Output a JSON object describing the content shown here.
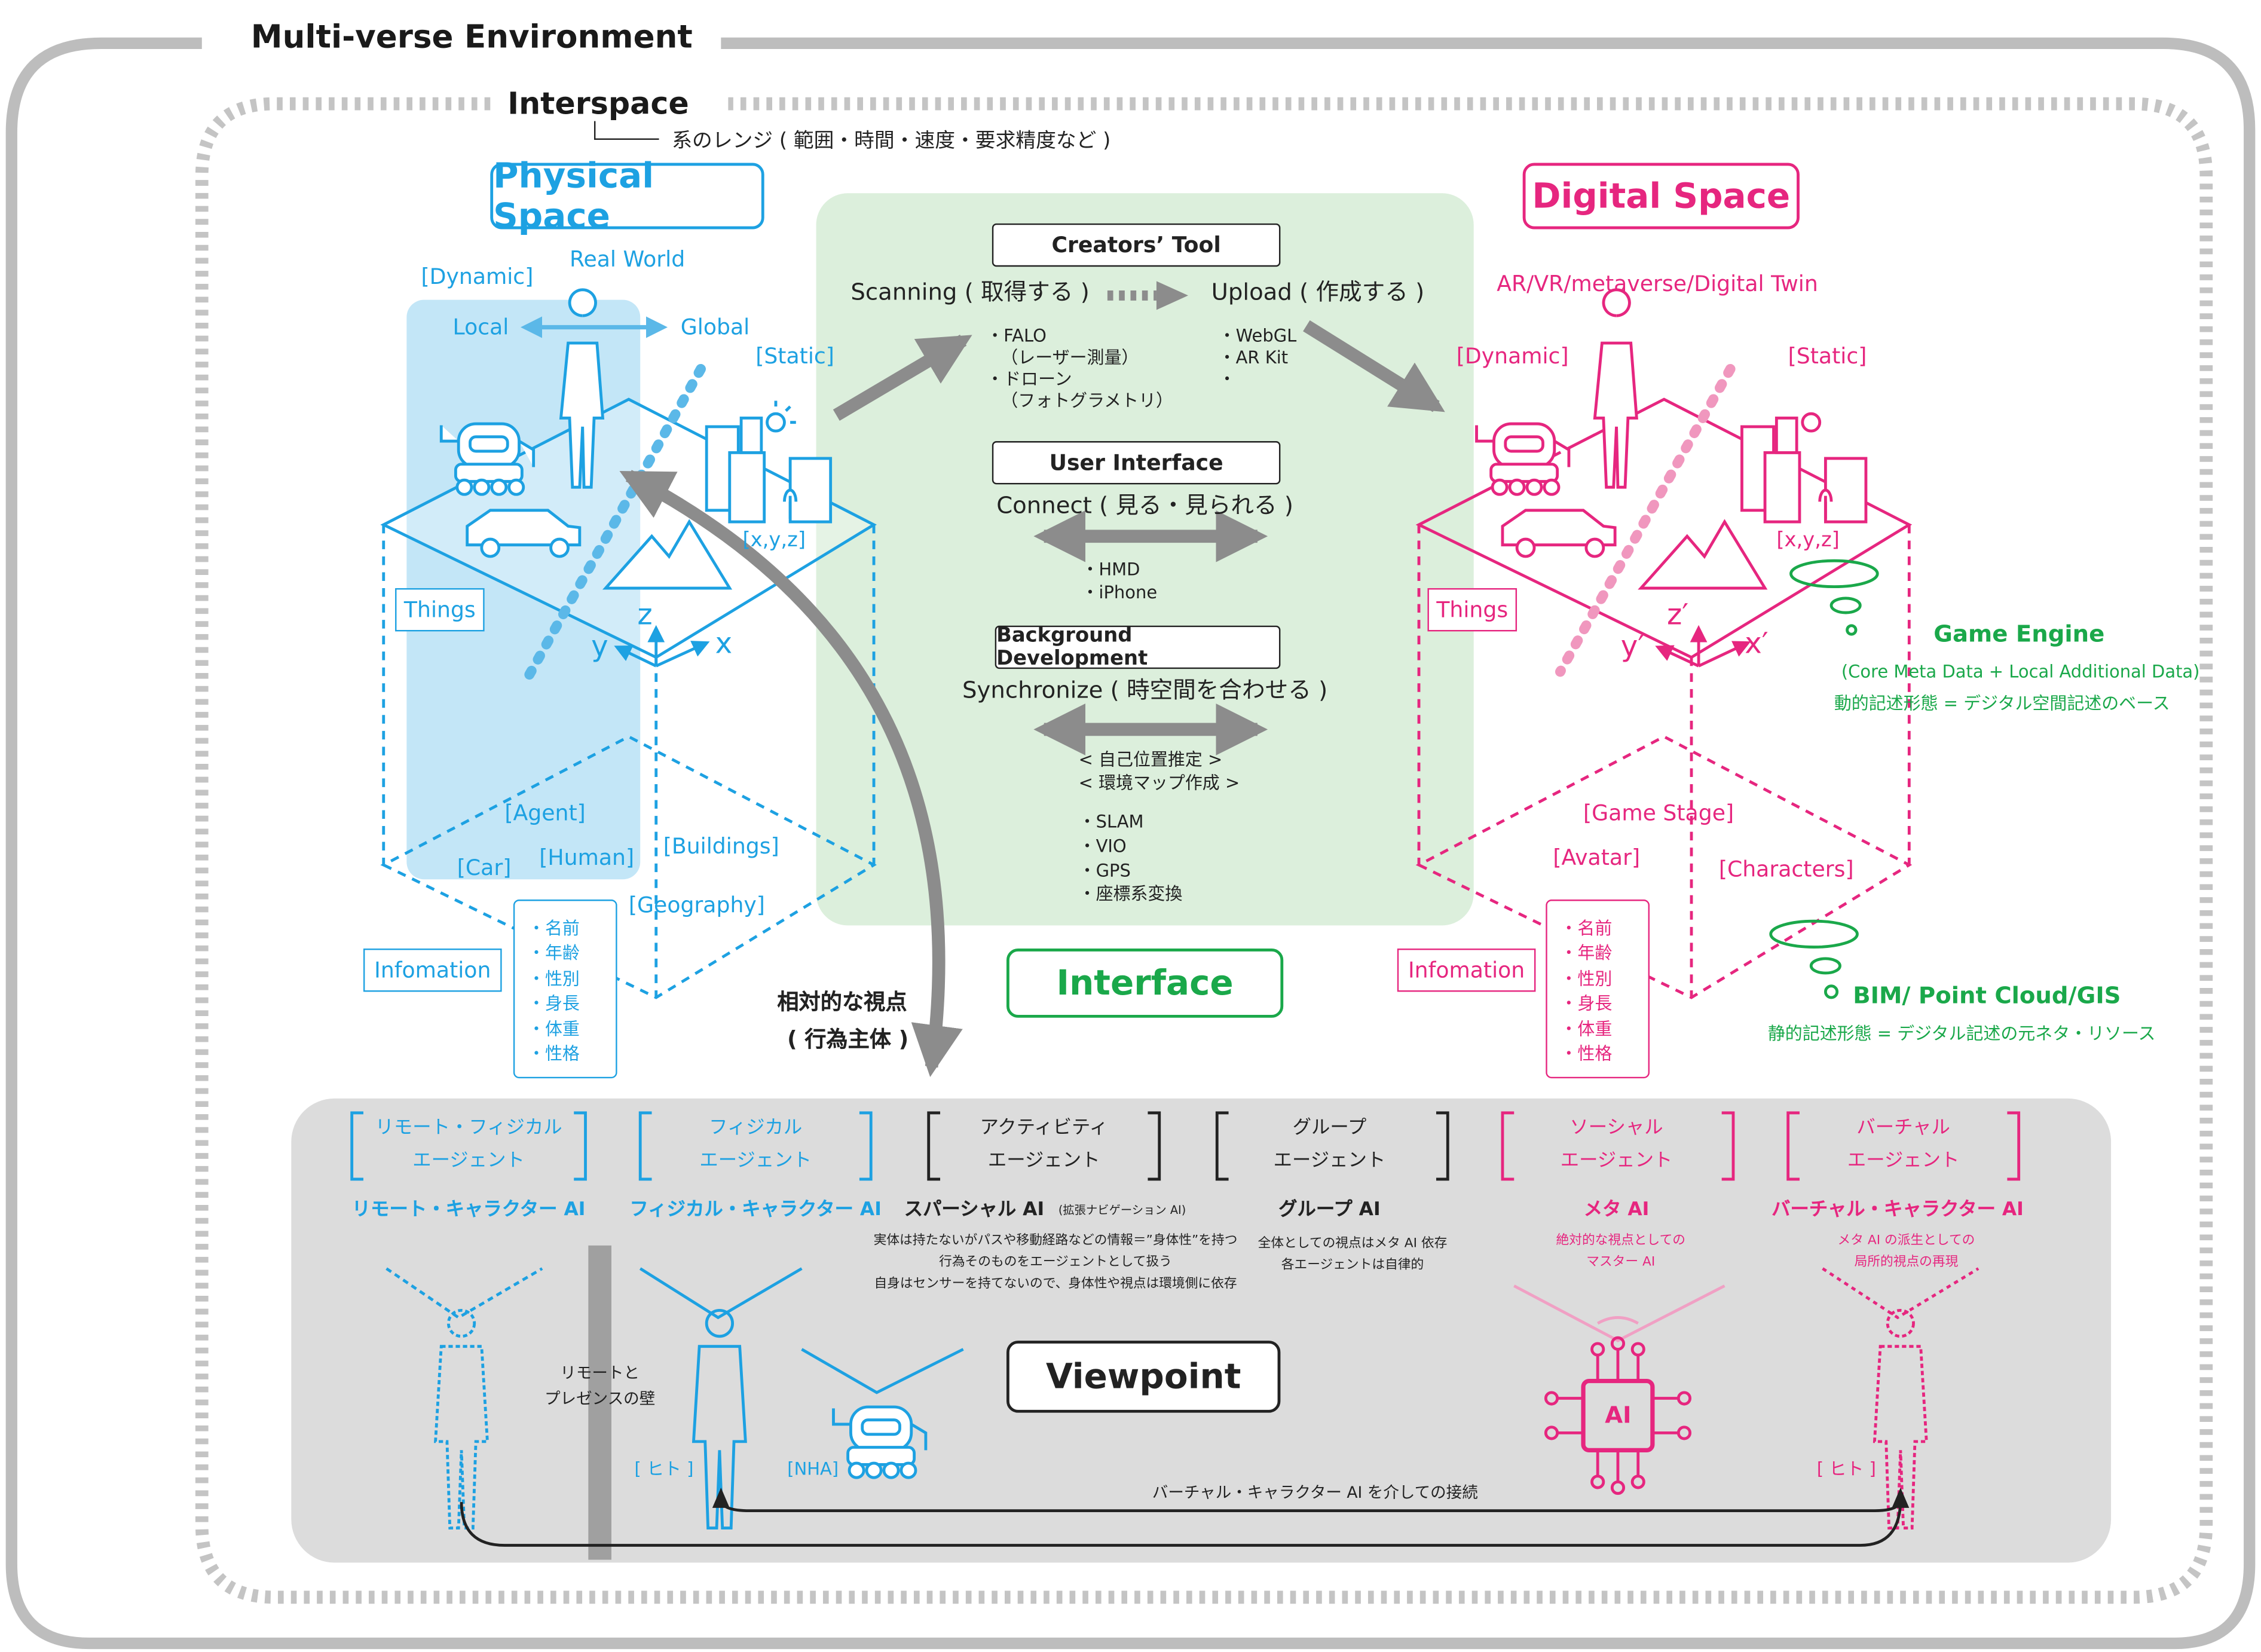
{
  "colors": {
    "physical": "#1da1e2",
    "digital": "#e6267f",
    "interface": "#1aa84a",
    "frame": "#bdbdbd",
    "panel": "#dcdcdc",
    "green_panel": "#dcefdc"
  },
  "title": "Multi-verse Environment",
  "interspace": {
    "label": "Interspace",
    "note": "系のレンジ ( 範囲・時間・速度・要求精度など )"
  },
  "physical": {
    "title": "Physical Space",
    "real_world": "Real World",
    "dynamic": "[Dynamic]",
    "static": "[Static]",
    "local": "Local",
    "global": "Global",
    "xyz": "[x,y,z]",
    "things": "Things",
    "axis_z": "z",
    "axis_y": "y",
    "axis_x": "x",
    "agent": "[Agent]",
    "car": "[Car]",
    "human": "[Human]",
    "buildings": "[Buildings]",
    "geography": "[Geography]",
    "infomation": "Infomation",
    "info_items": [
      "・名前",
      "・年齢",
      "・性別",
      "・身長",
      "・体重",
      "・性格"
    ]
  },
  "digital": {
    "title": "Digital Space",
    "subtitle": "AR/VR/metaverse/Digital Twin",
    "dynamic": "[Dynamic]",
    "static": "[Static]",
    "xyz": "[x,y,z]",
    "things": "Things",
    "axis_z": "z′",
    "axis_y": "y′",
    "axis_x": "x′",
    "game_stage": "[Game Stage]",
    "avatar": "[Avatar]",
    "characters": "[Characters]",
    "infomation": "Infomation",
    "info_items": [
      "・名前",
      "・年齢",
      "・性別",
      "・身長",
      "・体重",
      "・性格"
    ],
    "game_engine": {
      "title": "Game Engine",
      "sub": "(Core Meta Data + Local Additional Data)",
      "desc": "動的記述形態 = デジタル空間記述のベース"
    },
    "bim": {
      "title": "BIM/ Point Cloud/GIS",
      "desc": "静的記述形態 = デジタル記述の元ネタ・リソース"
    }
  },
  "interface": {
    "title": "Interface",
    "creators": {
      "label": "Creators’ Tool",
      "scanning": "Scanning ( 取得する )",
      "upload": "Upload ( 作成する )",
      "scan_items": [
        "・FALO",
        "（レーザー測量）",
        "・ドローン",
        "（フォトグラメトリ）"
      ],
      "upload_items": [
        "・WebGL",
        "・AR Kit",
        "・"
      ]
    },
    "ui": {
      "label": "User Interface",
      "connect": "Connect ( 見る・見られる )",
      "items": [
        "・HMD",
        "・iPhone"
      ]
    },
    "bg": {
      "label": "Background Development",
      "sync": "Synchronize ( 時空間を合わせる )",
      "sub": [
        "< 自己位置推定 >",
        "< 環境マップ作成 >"
      ],
      "items": [
        "・SLAM",
        "・VIO",
        "・GPS",
        "・座標系変換"
      ]
    }
  },
  "relative": {
    "line1": "相対的な視点",
    "line2": "( 行為主体 )"
  },
  "viewpoint": {
    "title": "Viewpoint",
    "columns": [
      {
        "bracket1": "リモート・フィジカル",
        "bracket2": "エージェント",
        "ai": "リモート・キャラクター AI",
        "desc": [],
        "color": "cy"
      },
      {
        "bracket1": "フィジカル",
        "bracket2": "エージェント",
        "ai": "フィジカル・キャラクター AI",
        "desc": [],
        "color": "cy"
      },
      {
        "bracket1": "アクティビティ",
        "bracket2": "エージェント",
        "ai": "スパーシャル AI",
        "ai_sub": "(拡張ナビゲーション AI)",
        "desc": [
          "実体は持たないがパスや移動経路などの情報＝”身体性”を持つ",
          "行為そのものをエージェントとして扱う",
          "自身はセンサーを持てないので、身体性や視点は環境側に依存"
        ],
        "color": "dk"
      },
      {
        "bracket1": "グループ",
        "bracket2": "エージェント",
        "ai": "グループ AI",
        "desc": [
          "全体としての視点はメタ AI 依存",
          "各エージェントは自律的"
        ],
        "color": "dk"
      },
      {
        "bracket1": "ソーシャル",
        "bracket2": "エージェント",
        "ai": "メタ AI",
        "desc": [
          "絶対的な視点としての",
          "マスター AI"
        ],
        "color": "mg"
      },
      {
        "bracket1": "バーチャル",
        "bracket2": "エージェント",
        "ai": "バーチャル・キャラクター AI",
        "desc": [
          "メタ AI の派生としての",
          "局所的視点の再現"
        ],
        "color": "mg"
      }
    ],
    "wall": "リモートと\nプレゼンスの壁",
    "hito_left": "[ ヒト ]",
    "nha": "[NHA]",
    "hito_right": "[ ヒト ]",
    "ai_chip": "AI",
    "connection": "バーチャル・キャラクター AI を介しての接続"
  }
}
